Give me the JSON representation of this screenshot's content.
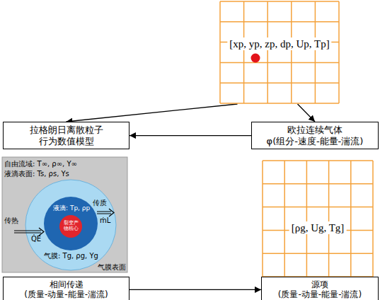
{
  "diagram": {
    "nodes": [
      {
        "text": [
          "[xp, yp, zp, dp, Up, Tp]"
        ]
      },
      {
        "text": [
          "拉格朗日离散粒子 行为数值模型"
        ]
      },
      {
        "text": [
          "欧拉连续气体 φ(组分-速度-能量-湍流)"
        ]
      },
      {
        "text": [
          "[ρg, Ug, Tg]"
        ]
      },
      {
        "text": [
          "相间传递 (质量-动量-能量-湍流)"
        ]
      },
      {
        "text": [
          "源项 (质量-动量-能量-湍流)"
        ]
      }
    ],
    "edges": [
      {
        "from": 0,
        "to": 1,
        "arrow": "to"
      },
      {
        "from": 0,
        "to": 2,
        "arrow": "to"
      },
      {
        "from": 2,
        "to": 1,
        "arrow": "to"
      },
      {
        "from": 4,
        "to": 5,
        "arrow": "to"
      }
    ],
    "labels": [
      "自由流域: T∞, ρ∞, Y∞",
      "液滴表面: Ts, ρs, Ys",
      "液滴: Tp, ρp",
      "传质",
      "裂变产物核心",
      "ṁL",
      "传热",
      "Q̇E",
      "气膜: Tg, ρg, Yg",
      "气膜表面"
    ]
  }
}
